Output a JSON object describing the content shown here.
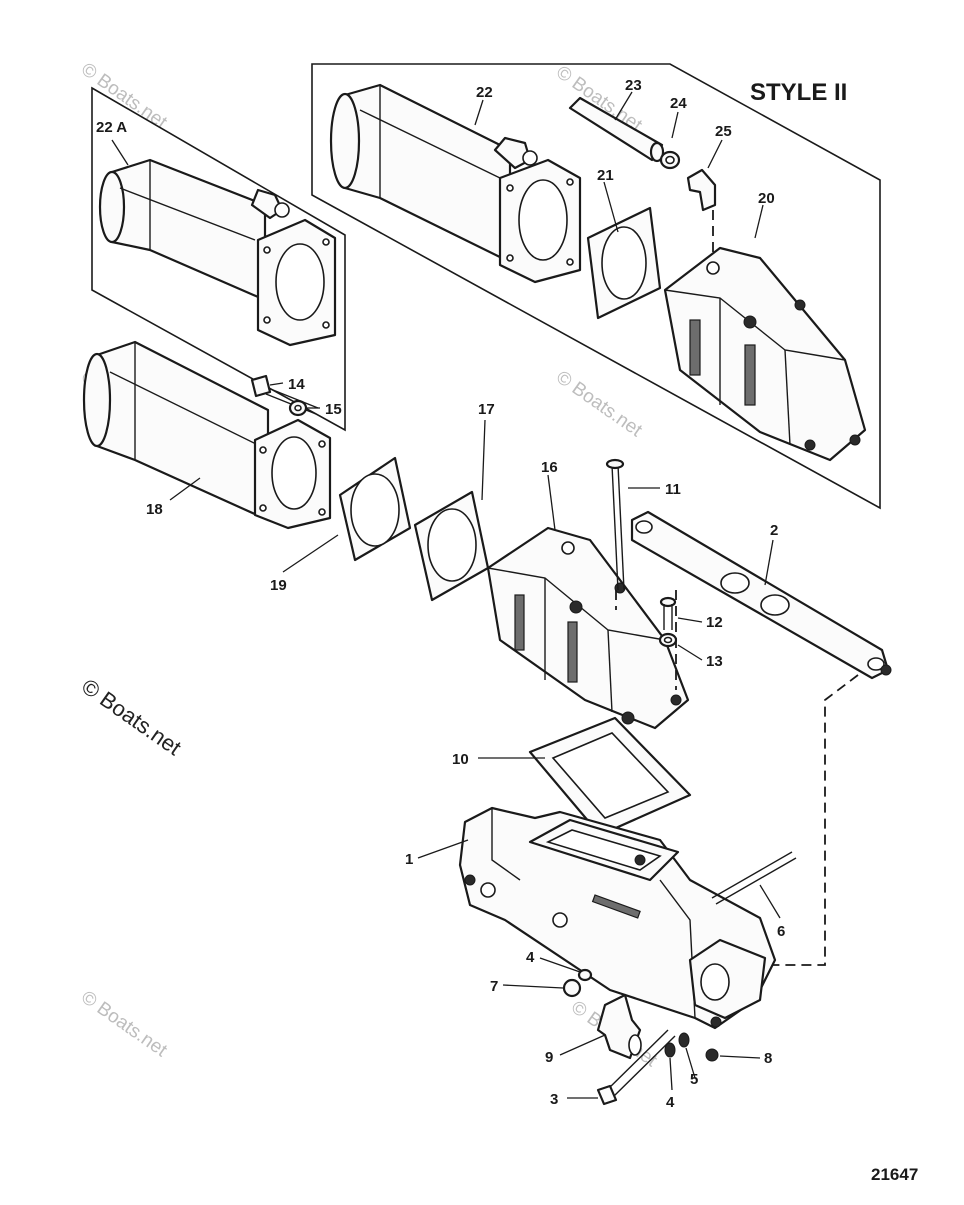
{
  "style_label": "STYLE II",
  "figure_number": "21647",
  "watermark": "© Boats.net",
  "labels": {
    "p1": "1",
    "p2": "2",
    "p3": "3",
    "p4a": "4",
    "p4b": "4",
    "p5": "5",
    "p6": "6",
    "p7": "7",
    "p8": "8",
    "p9": "9",
    "p10": "10",
    "p11": "11",
    "p12": "12",
    "p13": "13",
    "p14": "14",
    "p15": "15",
    "p16": "16",
    "p17": "17",
    "p18": "18",
    "p19": "19",
    "p20": "20",
    "p21": "21",
    "p22": "22",
    "p22a": "22 A",
    "p23": "23",
    "p24": "24",
    "p25": "25"
  }
}
